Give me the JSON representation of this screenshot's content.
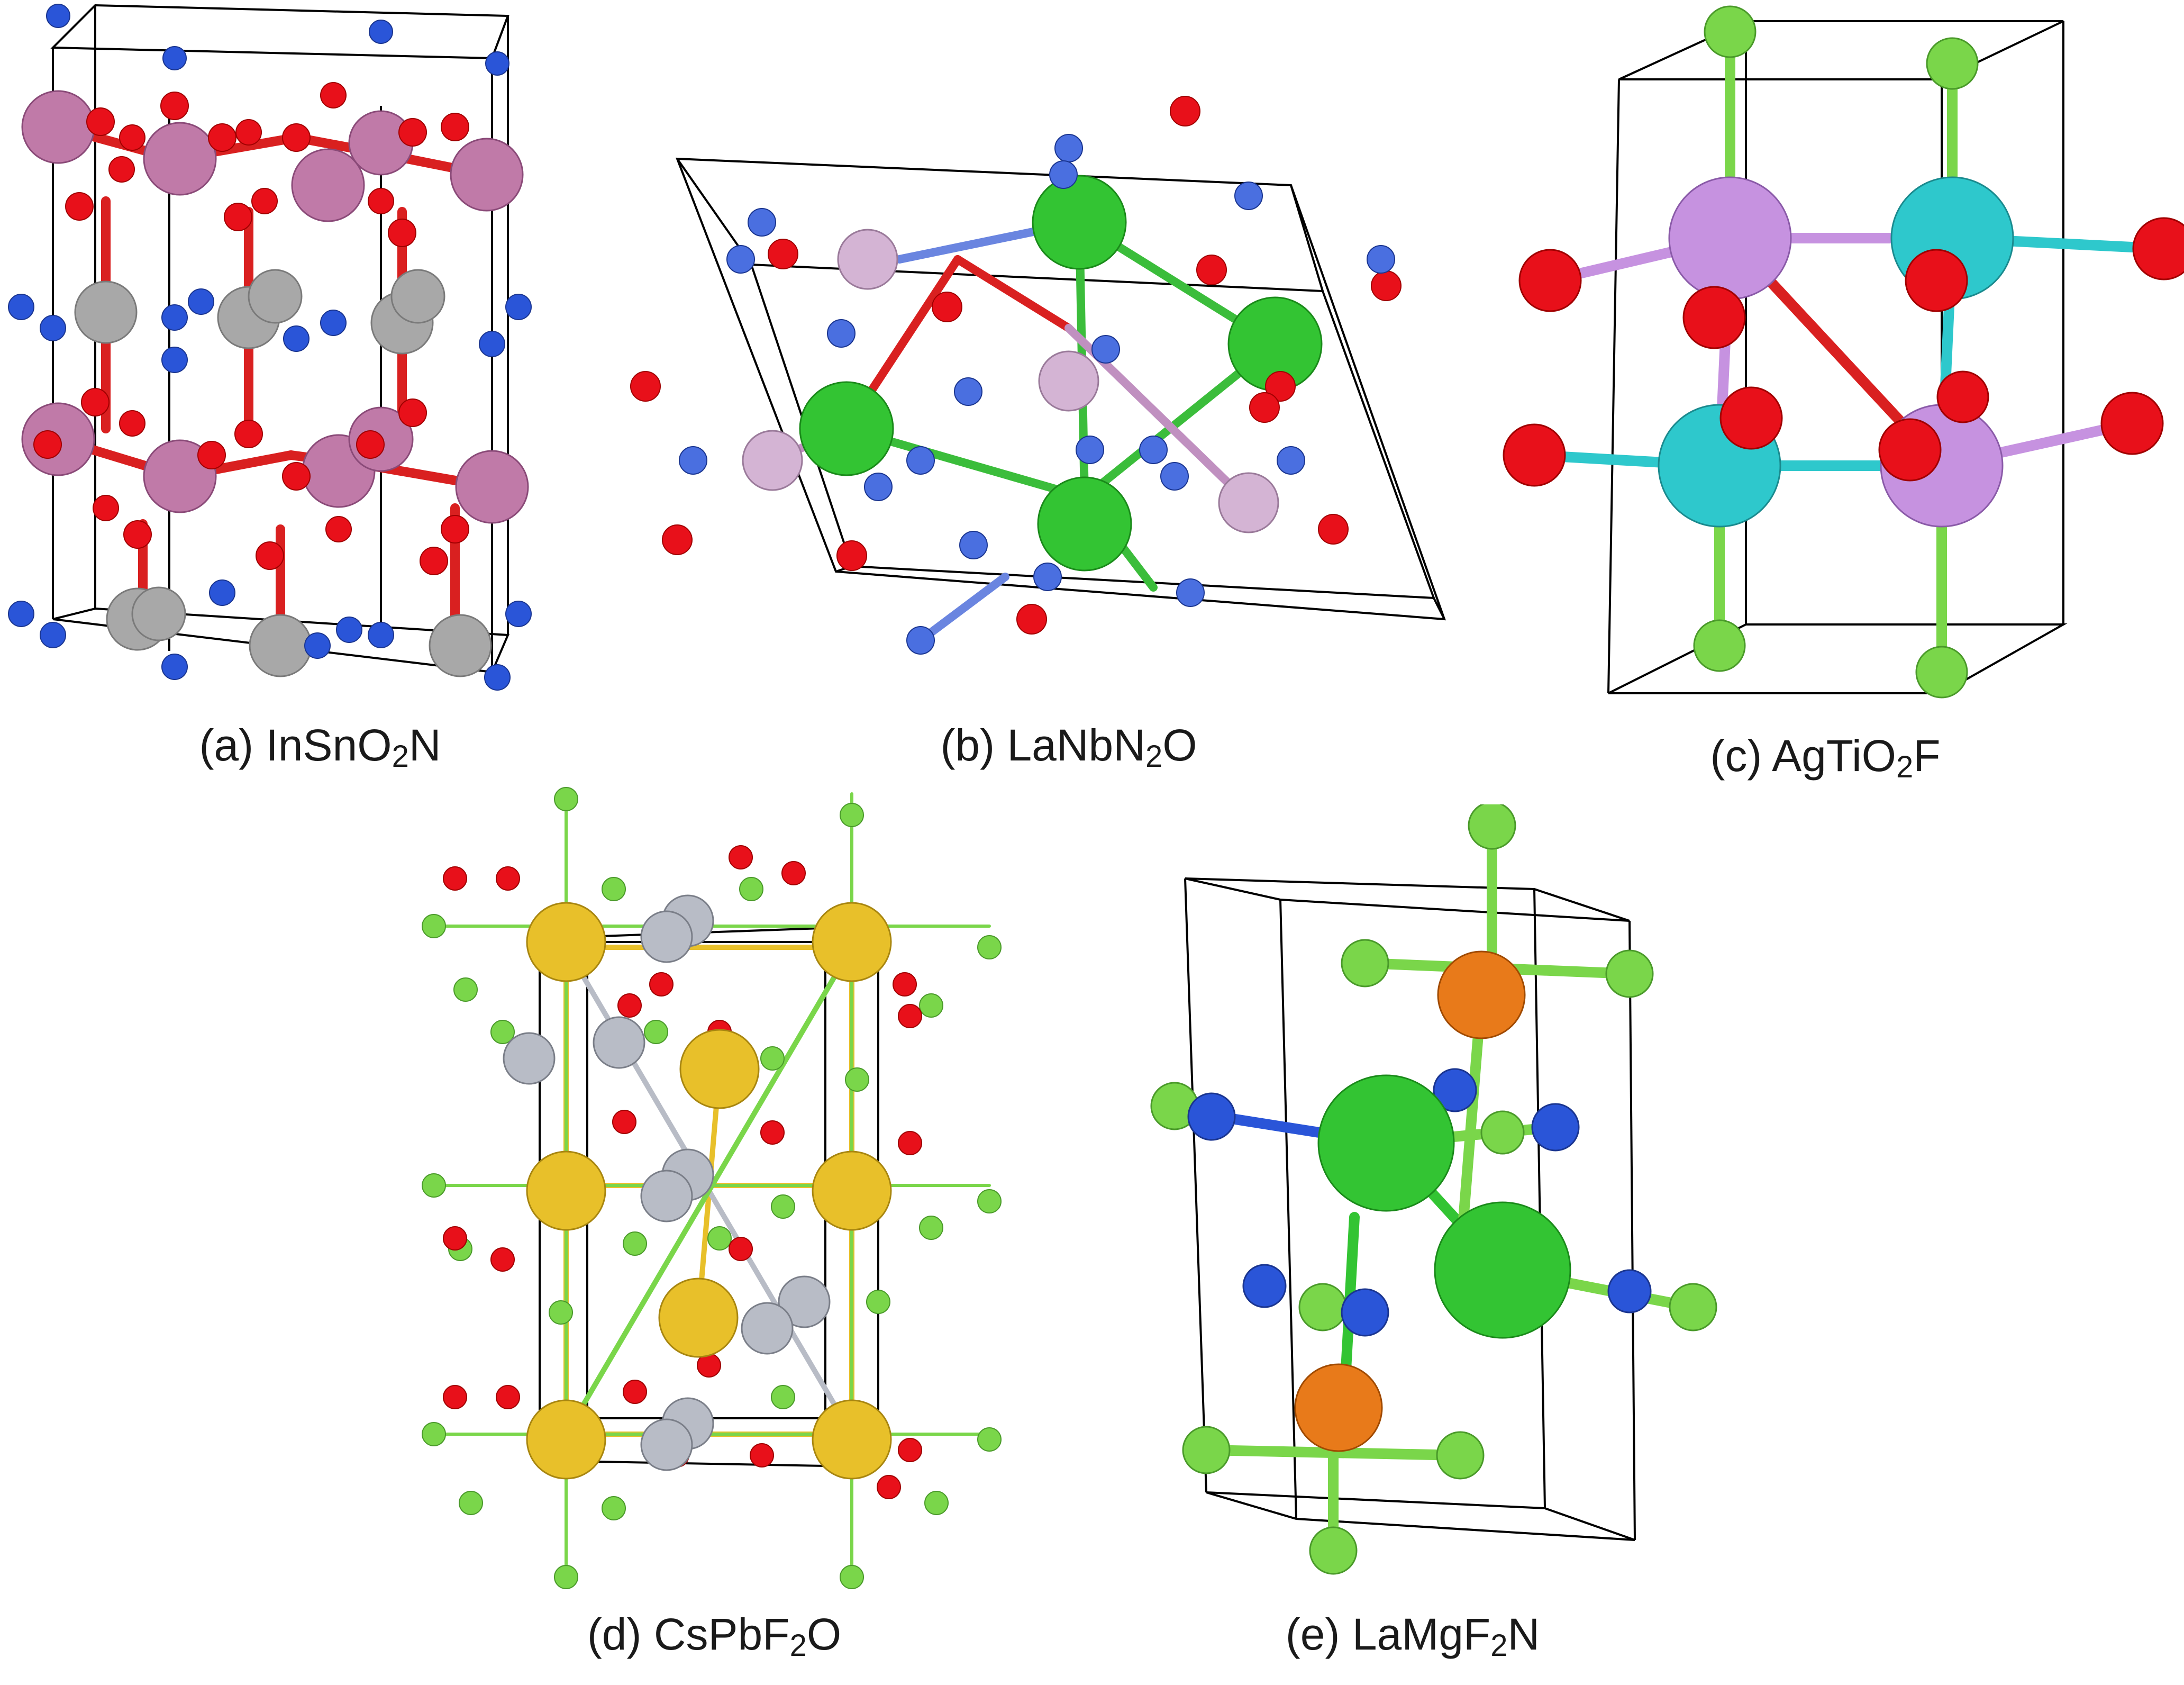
{
  "panels": [
    {
      "id": "a",
      "label": "(a)",
      "formula_parts": [
        "InSnO",
        "2",
        "N"
      ]
    },
    {
      "id": "b",
      "label": "(b)",
      "formula_parts": [
        "LaNbN",
        "2",
        "O"
      ]
    },
    {
      "id": "c",
      "label": "(c)",
      "formula_parts": [
        "AgTiO",
        "2",
        "F"
      ]
    },
    {
      "id": "d",
      "label": "(d)",
      "formula_parts": [
        "CsPbF",
        "2",
        "O"
      ]
    },
    {
      "id": "e",
      "label": "(e)",
      "formula_parts": [
        "LaMgF",
        "2",
        "N"
      ]
    }
  ],
  "colors": {
    "oxygen": "#e8101a",
    "nitrogen": "#2a55d8",
    "indium": "#c07aa8",
    "tin": "#a8a8a8",
    "lanthanum": "#33c433",
    "niobium": "#d4b4d4",
    "silver": "#c692e0",
    "titanium": "#2ec8cc",
    "fluorine": "#7ad64a",
    "cesium": "#e8c02a",
    "lead": "#b8bcc6",
    "magnesium": "#e87a1a",
    "cell_line": "#000000"
  }
}
